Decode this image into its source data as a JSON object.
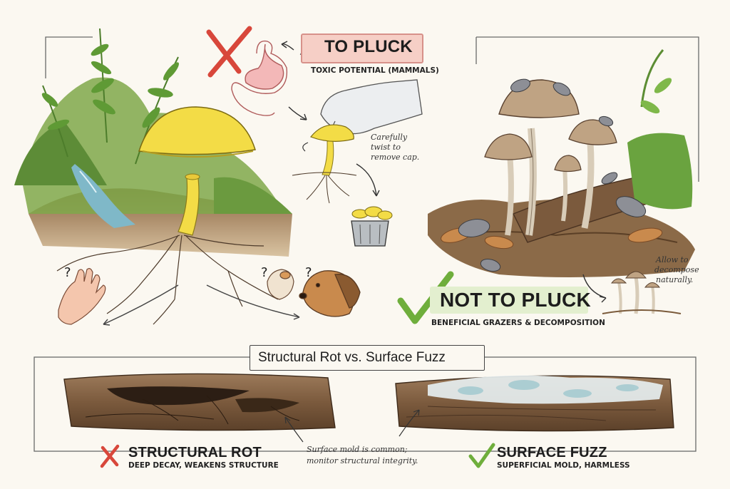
{
  "to_pluck": {
    "title": "TO PLUCK",
    "subtitle": "TOXIC POTENTIAL (MAMMALS)",
    "instruction_line1": "Carefully",
    "instruction_line2": "twist to",
    "instruction_line3": "remove cap."
  },
  "not_to_pluck": {
    "title": "NOT TO PLUCK",
    "subtitle": "BENEFICIAL GRAZERS & DECOMPOSITION",
    "note_line1": "Allow to",
    "note_line2": "decompose",
    "note_line3": "naturally."
  },
  "comparison": {
    "title": "Structural Rot vs. Surface Fuzz",
    "rot_title": "STRUCTURAL ROT",
    "rot_subtitle": "DEEP DECAY, WEAKENS STRUCTURE",
    "fuzz_title": "SURFACE FUZZ",
    "fuzz_subtitle": "SUPERFICIAL MOLD, HARMLESS",
    "center_note_line1": "Surface mold is common;",
    "center_note_line2": "monitor structural integrity."
  },
  "question_marks": [
    "?",
    "?",
    "?"
  ],
  "colors": {
    "warning_red": "#d8473b",
    "check_green": "#6fae3c",
    "mushroom_yellow": "#f3dc46",
    "soil_brown": "#7a5433",
    "moss_green": "#7fa84a"
  }
}
